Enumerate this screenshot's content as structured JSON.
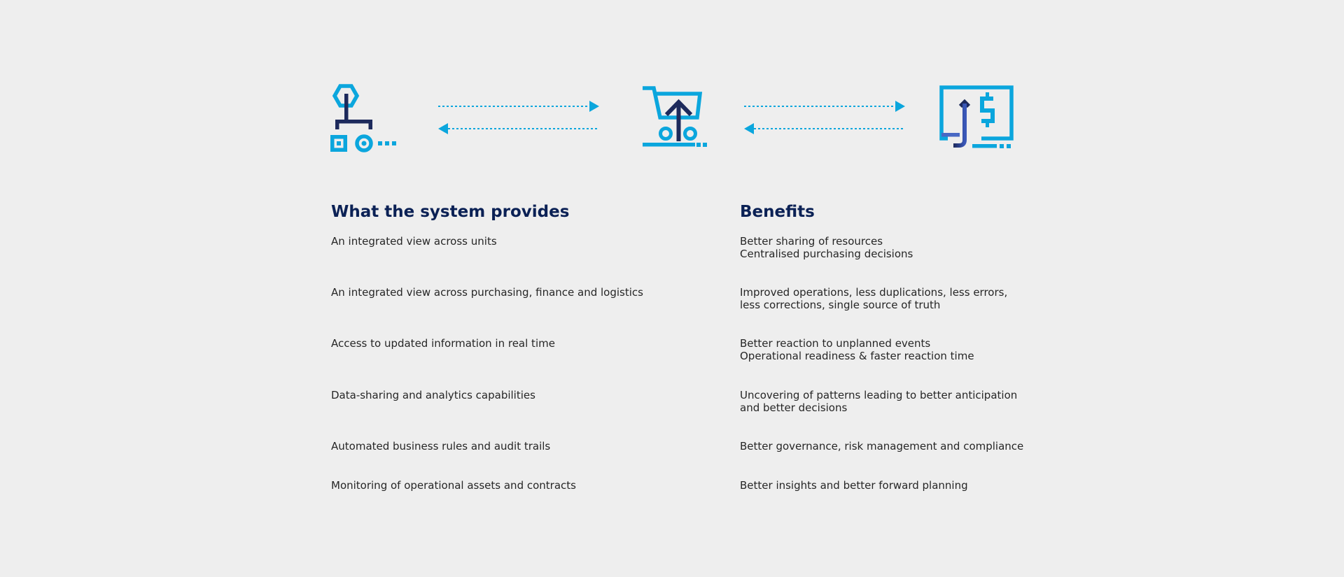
{
  "icons": {
    "left": "org-hierarchy-icon",
    "center": "shopping-cart-arrow-up-icon",
    "right": "monitor-dollar-arrow-up-icon",
    "arrows": "bidirectional-dotted-arrows-icon"
  },
  "colors": {
    "background": "#eeeeee",
    "light_blue": "#0ba6dd",
    "dark_navy": "#1d2a5c",
    "heading": "#0b2155",
    "body_text": "#262626"
  },
  "provides": {
    "heading": "What the system provides",
    "items": [
      {
        "lines": [
          "An integrated view across units"
        ]
      },
      {
        "lines": [
          "An integrated view across purchasing, finance and logistics"
        ]
      },
      {
        "lines": [
          "Access to updated information in real time"
        ]
      },
      {
        "lines": [
          "Data-sharing and analytics capabilities"
        ]
      },
      {
        "lines": [
          "Automated business rules and audit trails"
        ]
      },
      {
        "lines": [
          "Monitoring of operational assets and contracts"
        ]
      }
    ]
  },
  "benefits": {
    "heading": "Benefits",
    "items": [
      {
        "lines": [
          "Better sharing of resources",
          "Centralised purchasing decisions"
        ]
      },
      {
        "lines": [
          "Improved operations, less duplications, less errors,",
          "less corrections, single source of truth"
        ]
      },
      {
        "lines": [
          "Better reaction to unplanned events",
          "Operational readiness & faster reaction time"
        ]
      },
      {
        "lines": [
          "Uncovering of patterns leading to better anticipation",
          "and better decisions"
        ]
      },
      {
        "lines": [
          "Better governance, risk management and compliance"
        ]
      },
      {
        "lines": [
          "Better insights and better forward planning"
        ]
      }
    ]
  }
}
